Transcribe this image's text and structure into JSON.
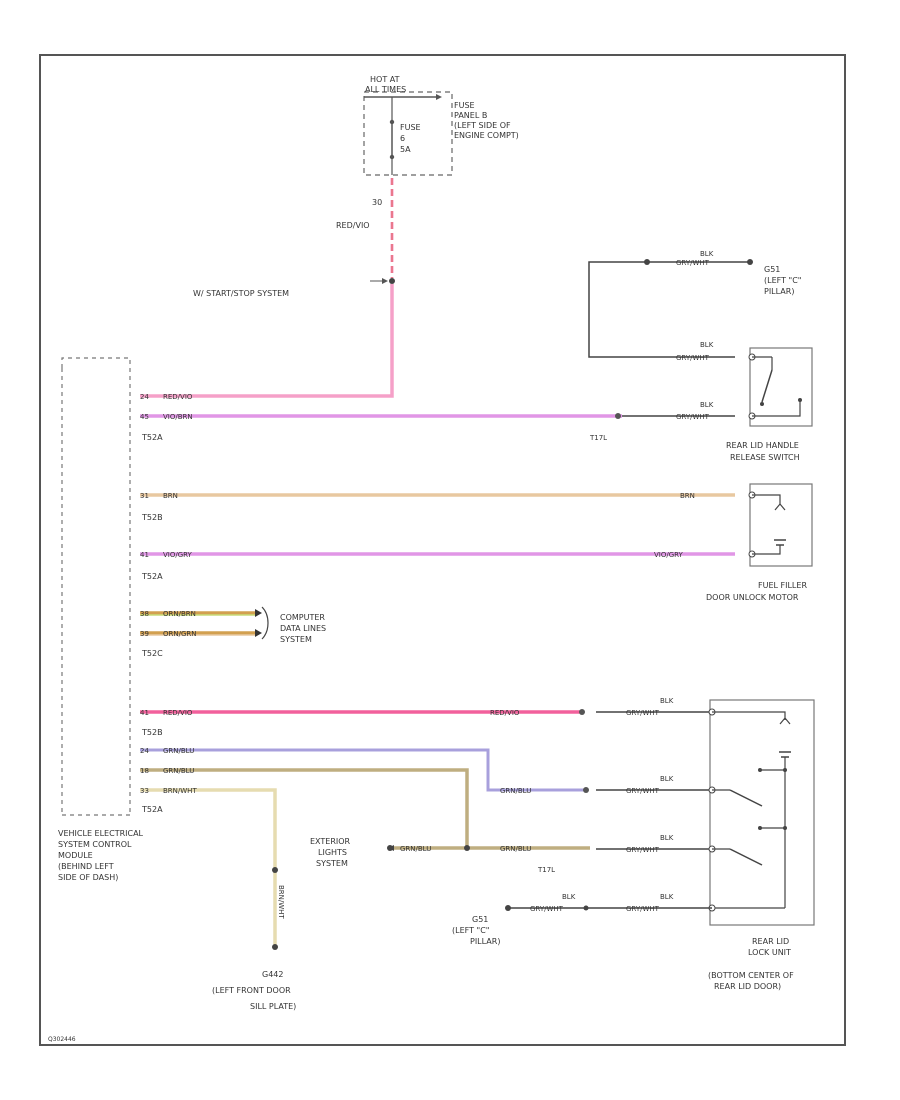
{
  "fuse_block": {
    "hot_label_1": "HOT AT",
    "hot_label_2": "ALL TIMES",
    "fuse_name": "FUSE",
    "fuse_number": "6",
    "fuse_amps": "5A",
    "location_1": "FUSE",
    "location_2": "PANEL B",
    "location_3": "(LEFT SIDE OF",
    "location_4": "ENGINE COMPT)"
  },
  "feed": {
    "pin": "30",
    "wire": "RED/VIO",
    "splice_label": "W/ START/STOP SYSTEM"
  },
  "ground_g1": {
    "wire_color": "BLK",
    "wire_code": "GRY/WHT",
    "label_1": "G51",
    "label_2": "(LEFT \"C\"",
    "label_3": "PILLAR)"
  },
  "module": {
    "name_1": "VEHICLE ELECTRICAL",
    "name_2": "SYSTEM CONTROL",
    "name_3": "MODULE",
    "name_4": "(BEHIND LEFT",
    "name_5": "SIDE OF DASH)",
    "conn_t52a_1": "T52A",
    "conn_t52b_1": "T52B",
    "conn_t52a_2": "T52A",
    "conn_t52c": "T52C",
    "conn_t52b_2": "T52B",
    "conn_t52a_3": "T52A"
  },
  "wires": {
    "w1_pin": "24",
    "w1_label": "RED/VIO",
    "w2_pin": "45",
    "w2_label": "VIO/BRN",
    "w2_conn": "T17L",
    "w3_pin": "31",
    "w3_label": "BRN",
    "w3_label_right": "BRN",
    "w4_pin": "41",
    "w4_label": "VIO/GRY",
    "w4_label_right": "VIO/GRY",
    "w5_pin": "38",
    "w5_label": "ORN/BRN",
    "w6_pin": "39",
    "w6_label": "ORN/GRN",
    "w7_pin": "41",
    "w7_label": "RED/VIO",
    "w7_label_right": "RED/VIO",
    "w8_pin": "24",
    "w8_label": "GRN/BLU",
    "w8_label_right": "GRN/BLU",
    "w9_pin": "18",
    "w9_label": "GRN/BLU",
    "w9_label_mid": "GRN/BLU",
    "w9_label_right": "GRN/BLU",
    "w9_conn": "T17L",
    "w10_pin": "33",
    "w10_label": "BRN/WHT",
    "w10_label_down": "BRN/WHT"
  },
  "rear_lid_handle": {
    "wire1_color": "BLK",
    "wire1_code": "GRY/WHT",
    "wire2_color": "BLK",
    "wire2_code": "GRY/WHT",
    "name_1": "REAR LID HANDLE",
    "name_2": "RELEASE SWITCH"
  },
  "fuel_filler": {
    "name_1": "FUEL FILLER",
    "name_2": "DOOR UNLOCK MOTOR"
  },
  "computer_data": {
    "line_1": "COMPUTER",
    "line_2": "DATA LINES",
    "line_3": "SYSTEM"
  },
  "rear_lid_lock": {
    "w_a_color": "BLK",
    "w_a_code": "GRY/WHT",
    "w_b_color": "BLK",
    "w_b_code": "GRY/WHT",
    "w_c_color": "BLK",
    "w_c_code": "GRY/WHT",
    "w_d_color": "BLK",
    "w_d_code": "GRY/WHT",
    "name_1": "REAR LID",
    "name_2": "LOCK UNIT",
    "name_3": "(BOTTOM CENTER OF",
    "name_4": "REAR LID DOOR)"
  },
  "exterior_lights": {
    "line_1": "EXTERIOR",
    "line_2": "LIGHTS",
    "line_3": "SYSTEM"
  },
  "ground_g2": {
    "wire_color": "BLK",
    "wire_code": "GRY/WHT",
    "label_1": "G51",
    "label_2": "(LEFT \"C\"",
    "label_3": "PILLAR)"
  },
  "ground_g3": {
    "label_1": "G442",
    "label_2": "(LEFT FRONT DOOR",
    "label_3": "SILL PLATE)"
  },
  "footer": {
    "code": "Q302446"
  },
  "colors": {
    "red_vio": "#f5a0c8",
    "red_vio_dark": "#f2609c",
    "vio": "#e196e6",
    "brn": "#e8c8a0",
    "orn": "#d2a050",
    "grn": "#c8dc78",
    "blu": "#a8a0dc",
    "olive": "#bfae80",
    "brn_wht": "#e6dcb0",
    "line": "#555555"
  }
}
